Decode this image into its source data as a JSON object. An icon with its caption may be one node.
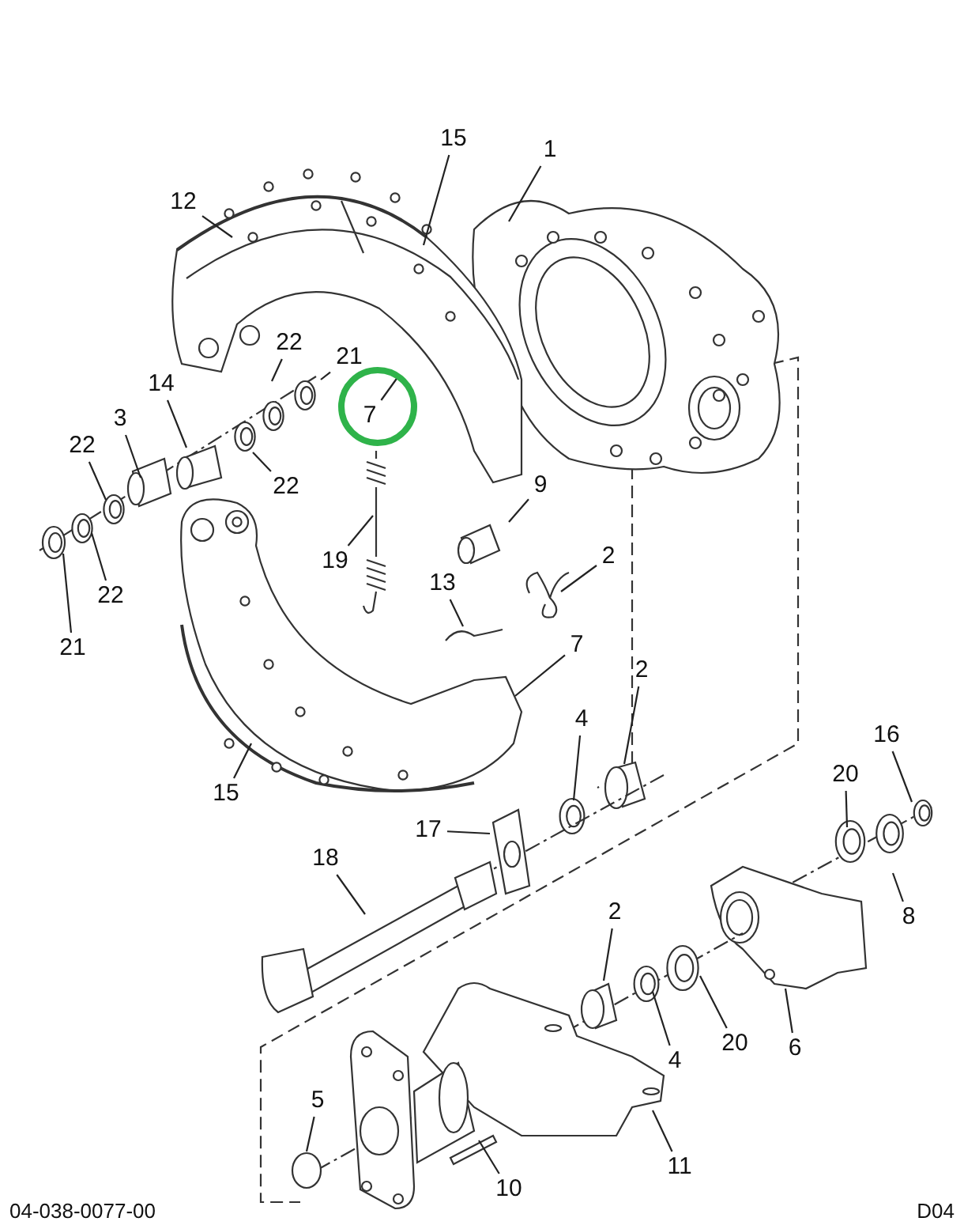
{
  "diagram": {
    "nodes": [
      {
        "text": [
          "15"
        ]
      },
      {
        "text": [
          "1"
        ]
      },
      {
        "text": [
          "12"
        ]
      },
      {
        "text": [
          "22"
        ]
      },
      {
        "text": [
          "21"
        ]
      },
      {
        "text": [
          "7"
        ]
      },
      {
        "text": [
          "14"
        ]
      },
      {
        "text": [
          "3"
        ]
      },
      {
        "text": [
          "22"
        ]
      },
      {
        "text": [
          "22"
        ]
      },
      {
        "text": [
          "9"
        ]
      },
      {
        "text": [
          "2"
        ]
      },
      {
        "text": [
          "19"
        ]
      },
      {
        "text": [
          "13"
        ]
      },
      {
        "text": [
          "22"
        ]
      },
      {
        "text": [
          "21"
        ]
      },
      {
        "text": [
          "7"
        ]
      },
      {
        "text": [
          "2"
        ]
      },
      {
        "text": [
          "4"
        ]
      },
      {
        "text": [
          "16"
        ]
      },
      {
        "text": [
          "20"
        ]
      },
      {
        "text": [
          "15"
        ]
      },
      {
        "text": [
          "17"
        ]
      },
      {
        "text": [
          "18"
        ]
      },
      {
        "text": [
          "8"
        ]
      },
      {
        "text": [
          "2"
        ]
      },
      {
        "text": [
          "20"
        ]
      },
      {
        "text": [
          "4"
        ]
      },
      {
        "text": [
          "6"
        ]
      },
      {
        "text": [
          "5"
        ]
      },
      {
        "text": [
          "11"
        ]
      },
      {
        "text": [
          "10"
        ]
      }
    ],
    "edges": [
      {
        "from": 0,
        "to": null,
        "arrow": "none"
      },
      {
        "from": 1,
        "to": null,
        "arrow": "none"
      },
      {
        "from": 2,
        "to": null,
        "arrow": "none"
      },
      {
        "from": 3,
        "to": null,
        "arrow": "none"
      },
      {
        "from": 4,
        "to": null,
        "arrow": "none"
      },
      {
        "from": 5,
        "to": null,
        "arrow": "none"
      },
      {
        "from": 6,
        "to": null,
        "arrow": "none"
      },
      {
        "from": 7,
        "to": null,
        "arrow": "none"
      },
      {
        "from": 8,
        "to": null,
        "arrow": "none"
      },
      {
        "from": 9,
        "to": null,
        "arrow": "none"
      },
      {
        "from": 10,
        "to": null,
        "arrow": "none"
      },
      {
        "from": 11,
        "to": null,
        "arrow": "none"
      },
      {
        "from": 12,
        "to": null,
        "arrow": "none"
      },
      {
        "from": 13,
        "to": null,
        "arrow": "none"
      },
      {
        "from": 14,
        "to": null,
        "arrow": "none"
      },
      {
        "from": 15,
        "to": null,
        "arrow": "none"
      },
      {
        "from": 16,
        "to": null,
        "arrow": "none"
      },
      {
        "from": 17,
        "to": null,
        "arrow": "none"
      },
      {
        "from": 18,
        "to": null,
        "arrow": "none"
      },
      {
        "from": 19,
        "to": null,
        "arrow": "none"
      },
      {
        "from": 20,
        "to": null,
        "arrow": "none"
      },
      {
        "from": 21,
        "to": null,
        "arrow": "none"
      },
      {
        "from": 22,
        "to": null,
        "arrow": "none"
      },
      {
        "from": 23,
        "to": null,
        "arrow": "none"
      },
      {
        "from": 24,
        "to": null,
        "arrow": "none"
      },
      {
        "from": 25,
        "to": null,
        "arrow": "none"
      },
      {
        "from": 26,
        "to": null,
        "arrow": "none"
      },
      {
        "from": 27,
        "to": null,
        "arrow": "none"
      },
      {
        "from": 28,
        "to": null,
        "arrow": "none"
      },
      {
        "from": 29,
        "to": null,
        "arrow": "none"
      },
      {
        "from": 30,
        "to": null,
        "arrow": "none"
      },
      {
        "from": 31,
        "to": null,
        "arrow": "none"
      }
    ],
    "labels": [
      "04-038-0077-00",
      "D04"
    ]
  }
}
